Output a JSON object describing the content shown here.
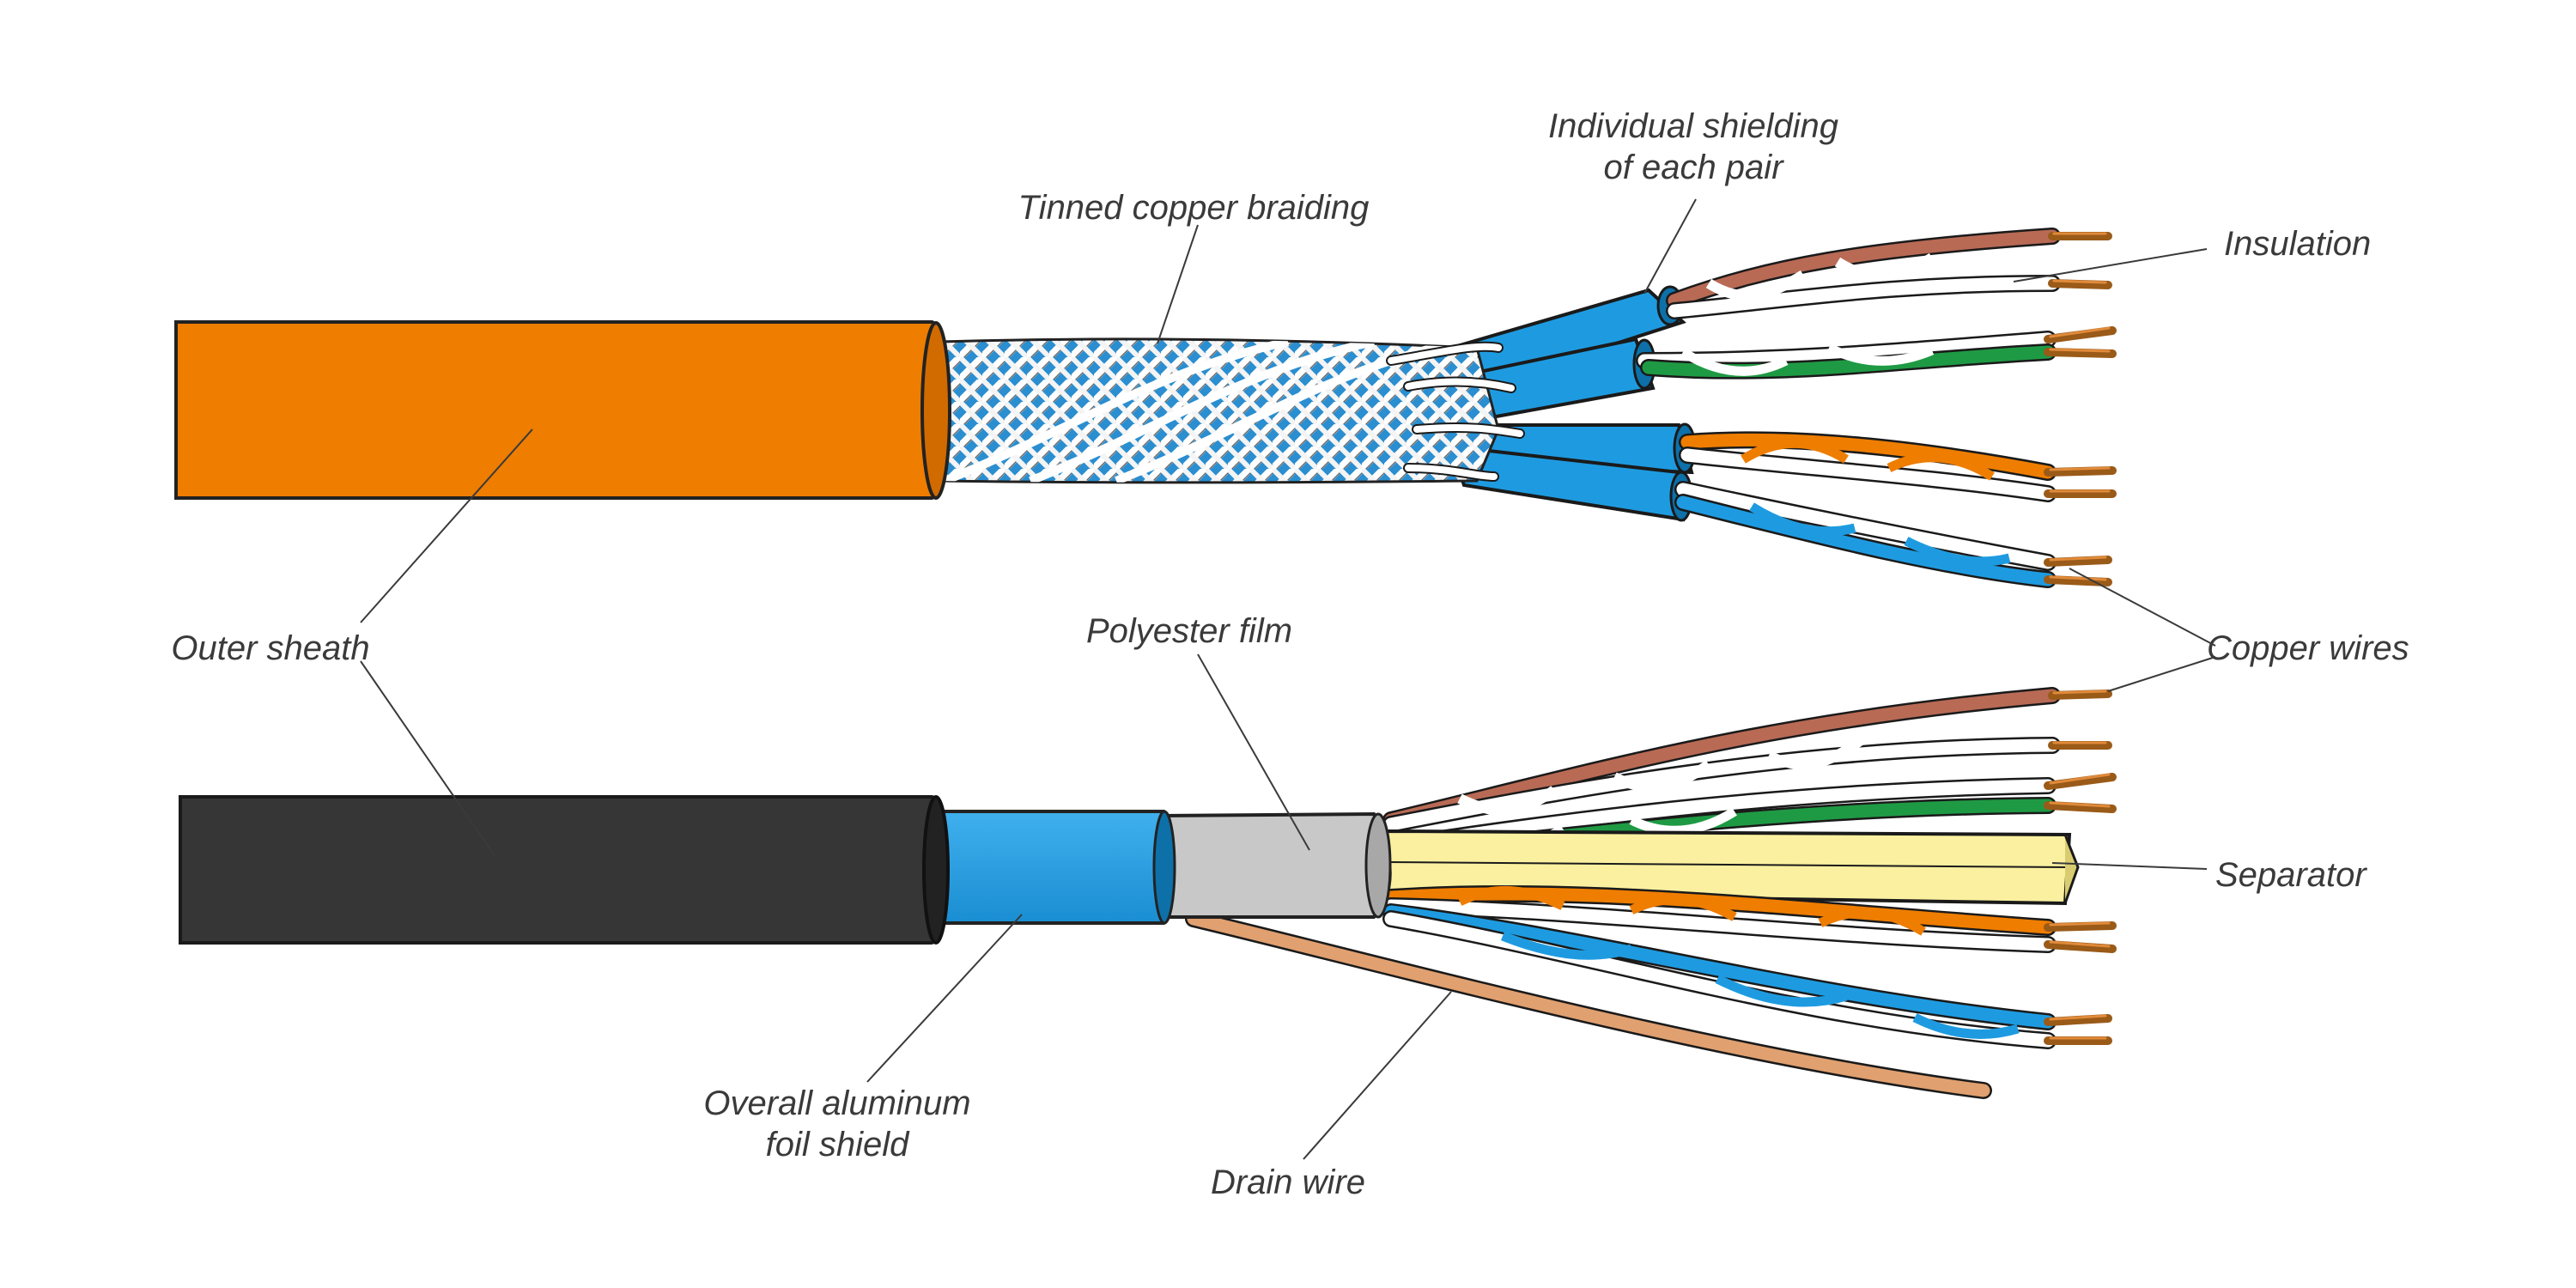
{
  "labels": {
    "individual_shielding_line1": "Individual shielding",
    "individual_shielding_line2": "of each pair",
    "tinned_copper_braiding": "Tinned copper braiding",
    "insulation": "Insulation",
    "outer_sheath": "Outer sheath",
    "polyester_film": "Polyester film",
    "copper_wires": "Copper wires",
    "separator": "Separator",
    "foil_shield_line1": "Overall aluminum",
    "foil_shield_line2": "foil shield",
    "drain_wire": "Drain wire"
  },
  "colors": {
    "orange_sheath": "#ee7d00",
    "black_sheath": "#363636",
    "foil_blue": "#1e9be0",
    "polyester_gray": "#c8c8c8",
    "separator_yellow": "#faf0a0",
    "wire_brown": "#b86a55",
    "wire_green": "#1f9a44",
    "wire_orange": "#ee7d00",
    "wire_blue": "#1e9be0",
    "copper": "#c07020",
    "drain_wire": "#e0a070"
  }
}
